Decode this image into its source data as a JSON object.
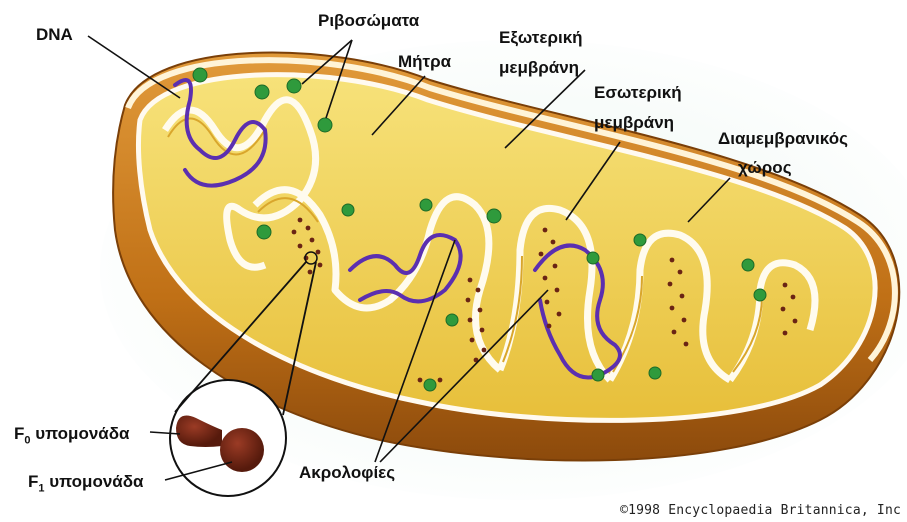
{
  "labels": {
    "dna": "DNA",
    "ribosomes": "Ριβοσώματα",
    "matrix": "Μήτρα",
    "outer_membrane_1": "Εξωτερική",
    "outer_membrane_2": "μεμβράνη",
    "inner_membrane_1": "Εσωτερική",
    "inner_membrane_2": "μεμβράνη",
    "intermembrane_1": "Διαμεμβρανικός",
    "intermembrane_2": "χώρος",
    "f0_letter": "F",
    "f0_sub": "0",
    "f0_text": " υπομονάδα",
    "f1_letter": "F",
    "f1_sub": "1",
    "f1_text": " υπομονάδα",
    "cristae": "Ακρολοφίες"
  },
  "copyright": "©1998 Encyclopaedia Britannica, Inc",
  "colors": {
    "outer_shell": "#c77a1c",
    "outer_shell_dark": "#9a520d",
    "inner_yellow": "#f3d452",
    "membrane_white": "#fff8e6",
    "ribosome_green": "#2f9a3c",
    "dna_purple": "#5b2fb0",
    "atp_synthase": "#6a2414",
    "background_glow": "#e8f4ee"
  }
}
